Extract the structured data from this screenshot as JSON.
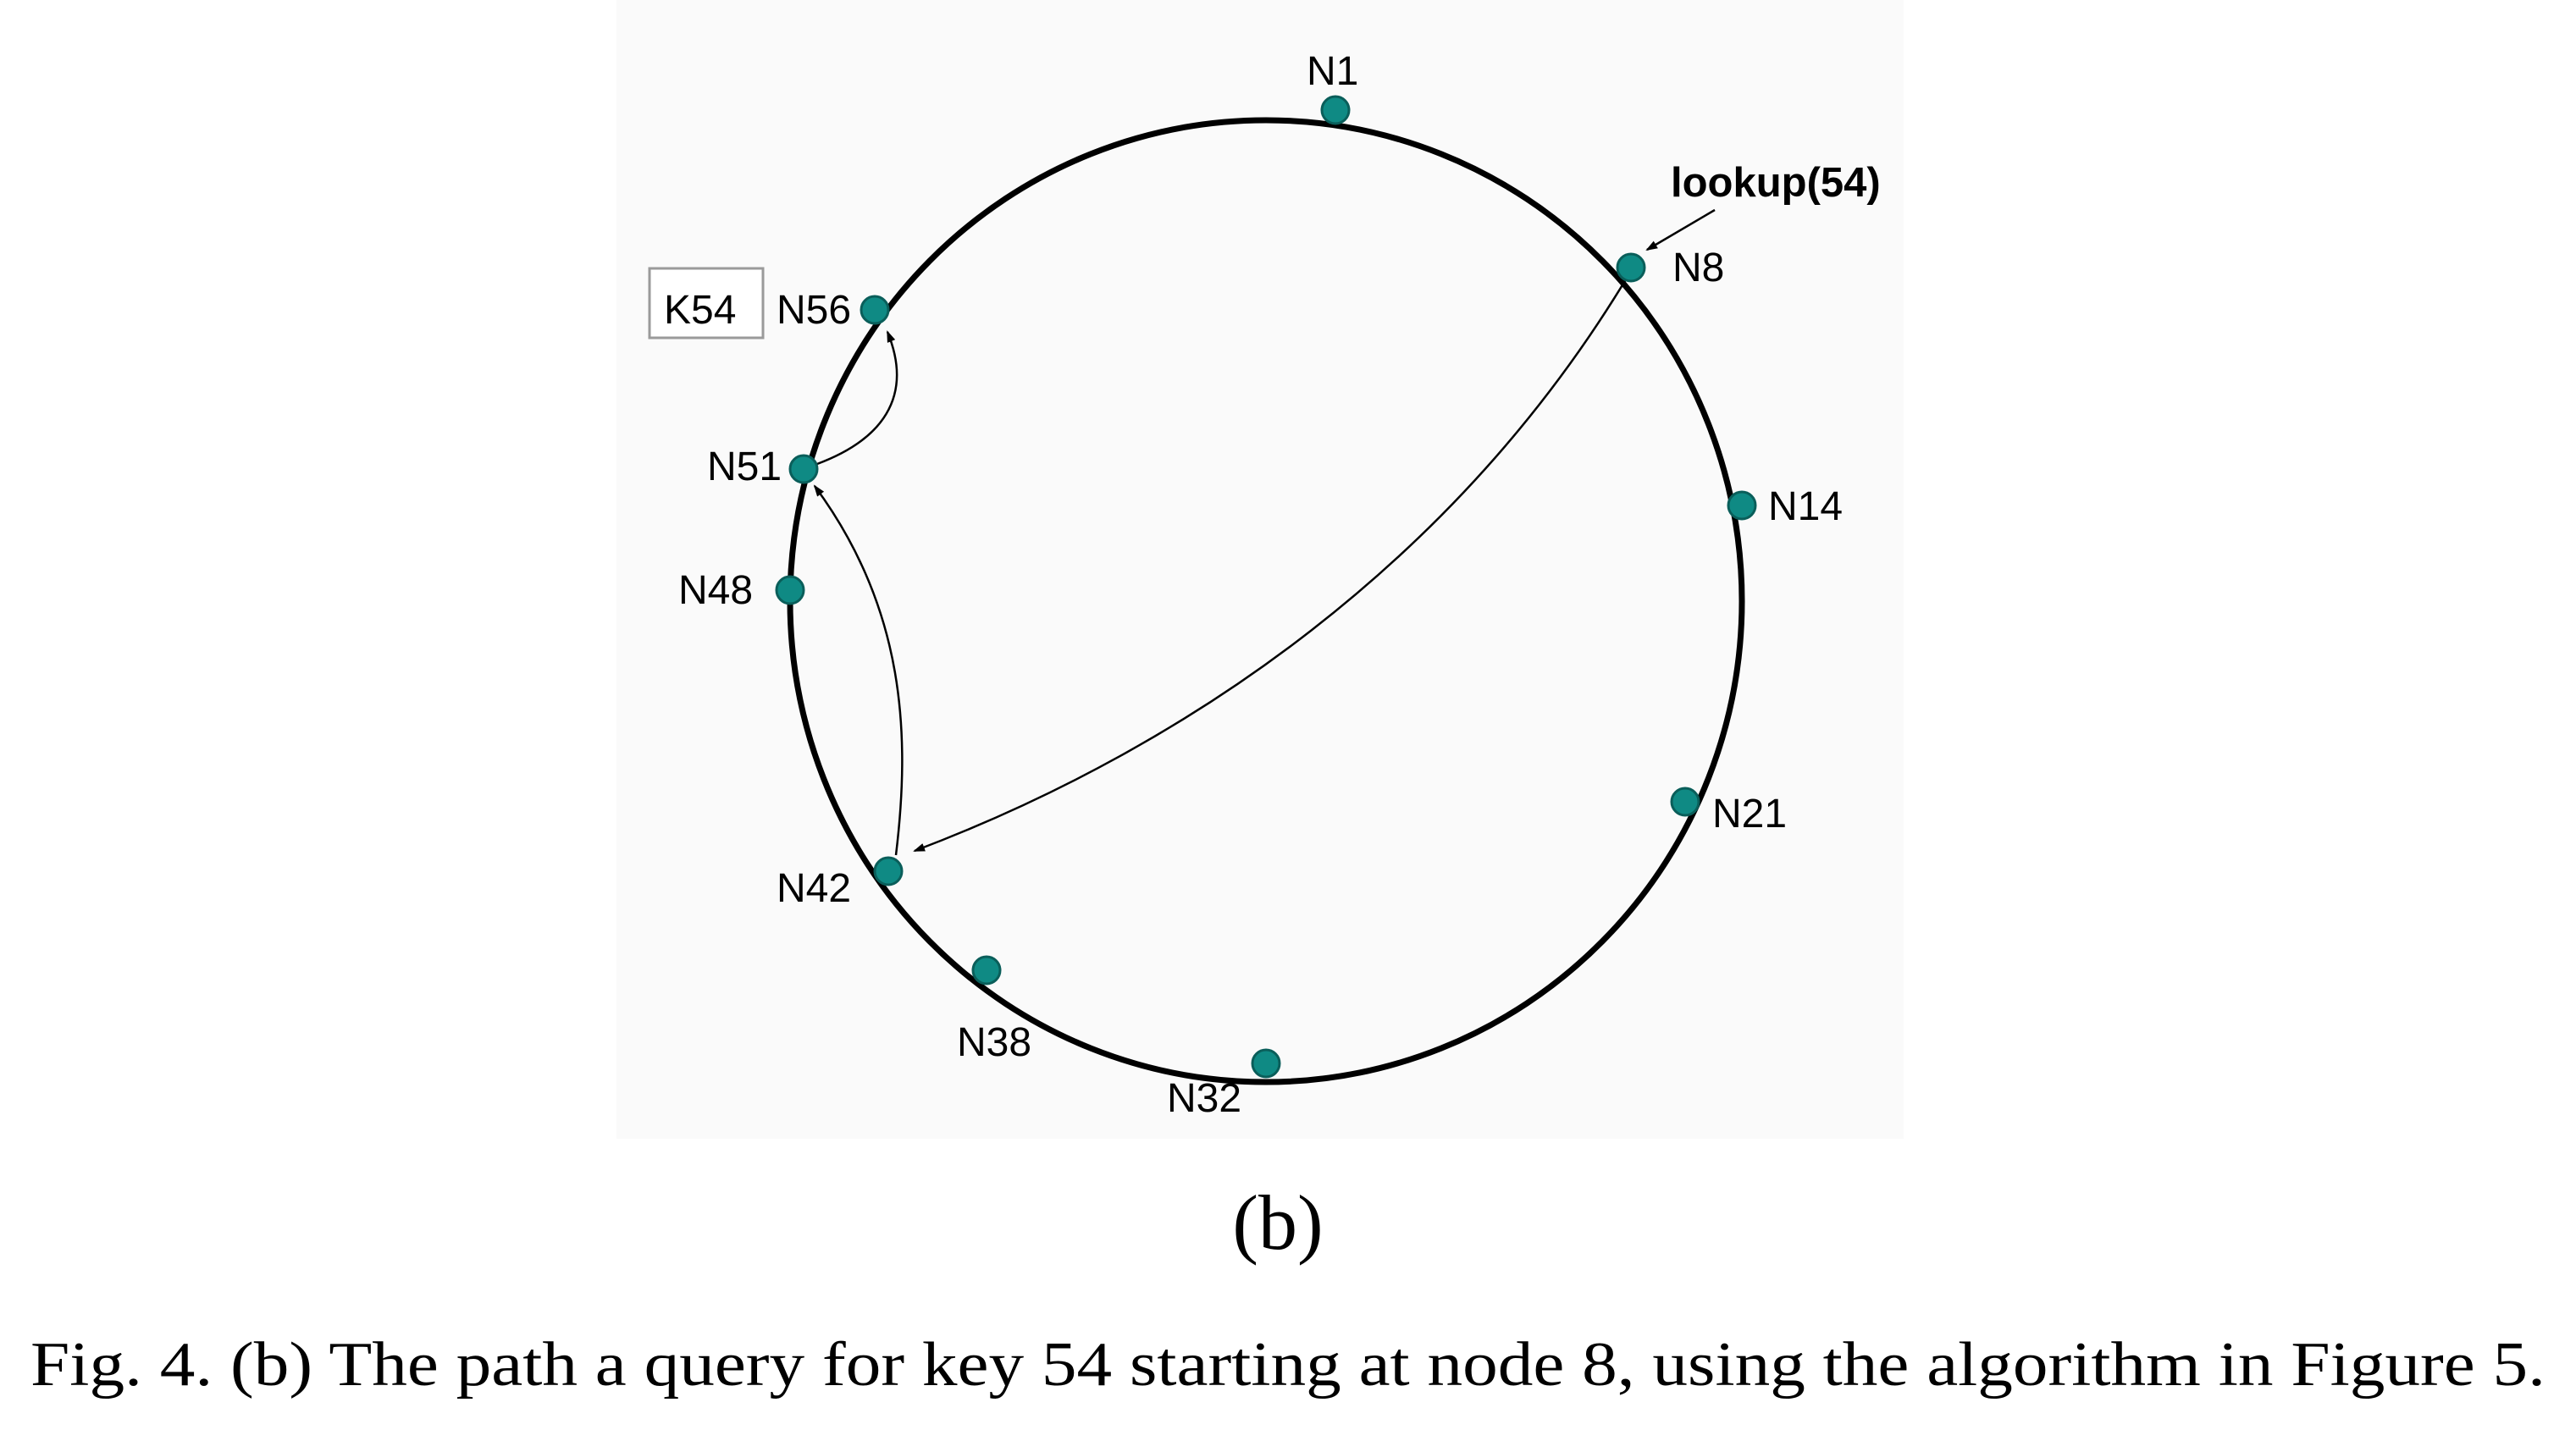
{
  "figure": {
    "nodes": [
      {
        "id": "N1",
        "label": "N1"
      },
      {
        "id": "N8",
        "label": "N8"
      },
      {
        "id": "N14",
        "label": "N14"
      },
      {
        "id": "N21",
        "label": "N21"
      },
      {
        "id": "N32",
        "label": "N32"
      },
      {
        "id": "N38",
        "label": "N38"
      },
      {
        "id": "N42",
        "label": "N42"
      },
      {
        "id": "N48",
        "label": "N48"
      },
      {
        "id": "N51",
        "label": "N51"
      },
      {
        "id": "N56",
        "label": "N56"
      }
    ],
    "lookup_label": "lookup(54)",
    "key_label": "K54",
    "hops": [
      {
        "from": "N8",
        "to": "N42"
      },
      {
        "from": "N42",
        "to": "N51"
      },
      {
        "from": "N51",
        "to": "N56"
      }
    ],
    "sublabel": "(b)",
    "caption": "Fig. 4. (b) The path a query for key 54 starting at node 8, using the algorithm in Figure 5.",
    "colors": {
      "node_fill": "#0f8a84",
      "node_stroke": "#0a5e5a",
      "ring": "#000000",
      "panel_background": "#fafafa"
    }
  }
}
